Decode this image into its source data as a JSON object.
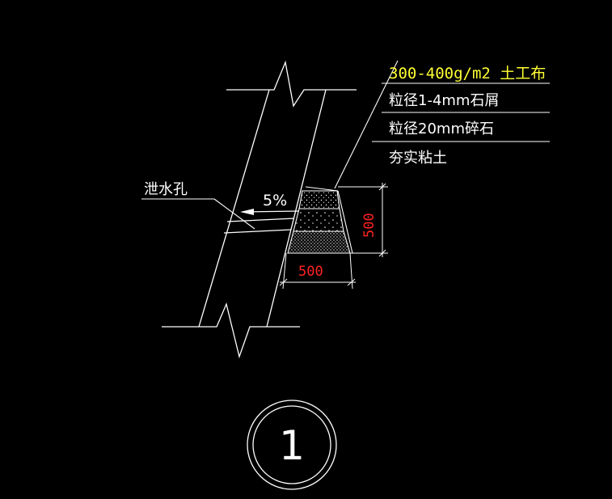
{
  "layers": {
    "geotextile": "300-400g/m2   土工布",
    "stone_chips": "粒径1-4mm石屑",
    "gravel": "粒径20mm碎石",
    "clay": "夯实粘土"
  },
  "drain_hole_label": "泄水孔",
  "slope_label": "5%",
  "dims": {
    "width": "500",
    "height": "500"
  },
  "detail_number": "1",
  "colors": {
    "background": "#000000",
    "line": "#ffffff",
    "label_yellow": "#ffff33",
    "dimension_red": "#ff2222"
  }
}
